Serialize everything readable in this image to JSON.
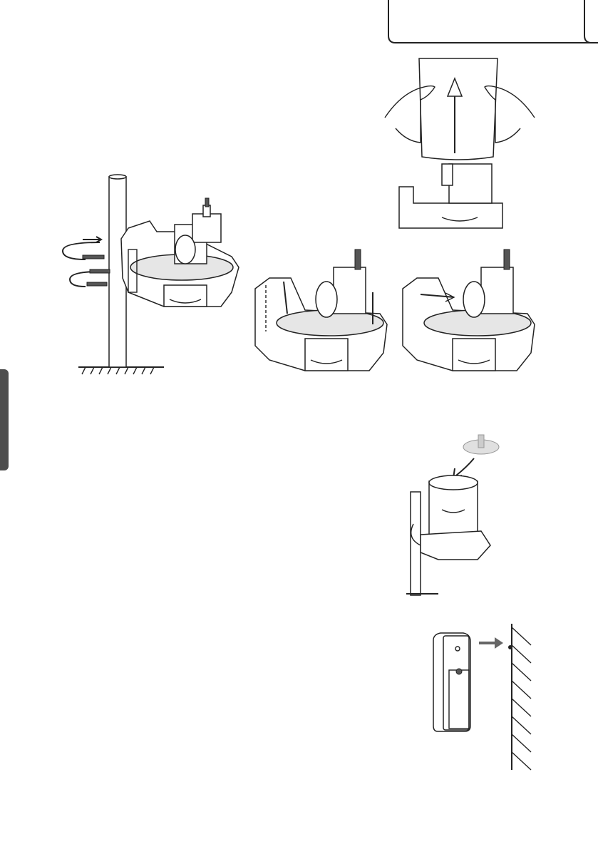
{
  "document": {
    "section_tab_color": "#4d4d4d",
    "text_blocks": []
  },
  "figures": [
    {
      "id": "fig-pole-mount",
      "icon": "u-bolt-pole-mount-illustration"
    },
    {
      "id": "fig-remove-cover",
      "icon": "remove-funnel-cover-illustration"
    },
    {
      "id": "fig-screw-mount-left",
      "icon": "screw-mount-base-illustration"
    },
    {
      "id": "fig-screw-mount-right",
      "icon": "screw-mount-base-illustration"
    },
    {
      "id": "fig-rain-gauge-on-pole",
      "icon": "insert-filter-illustration"
    },
    {
      "id": "fig-wall-sensor",
      "icon": "wall-hang-sensor-illustration"
    }
  ]
}
